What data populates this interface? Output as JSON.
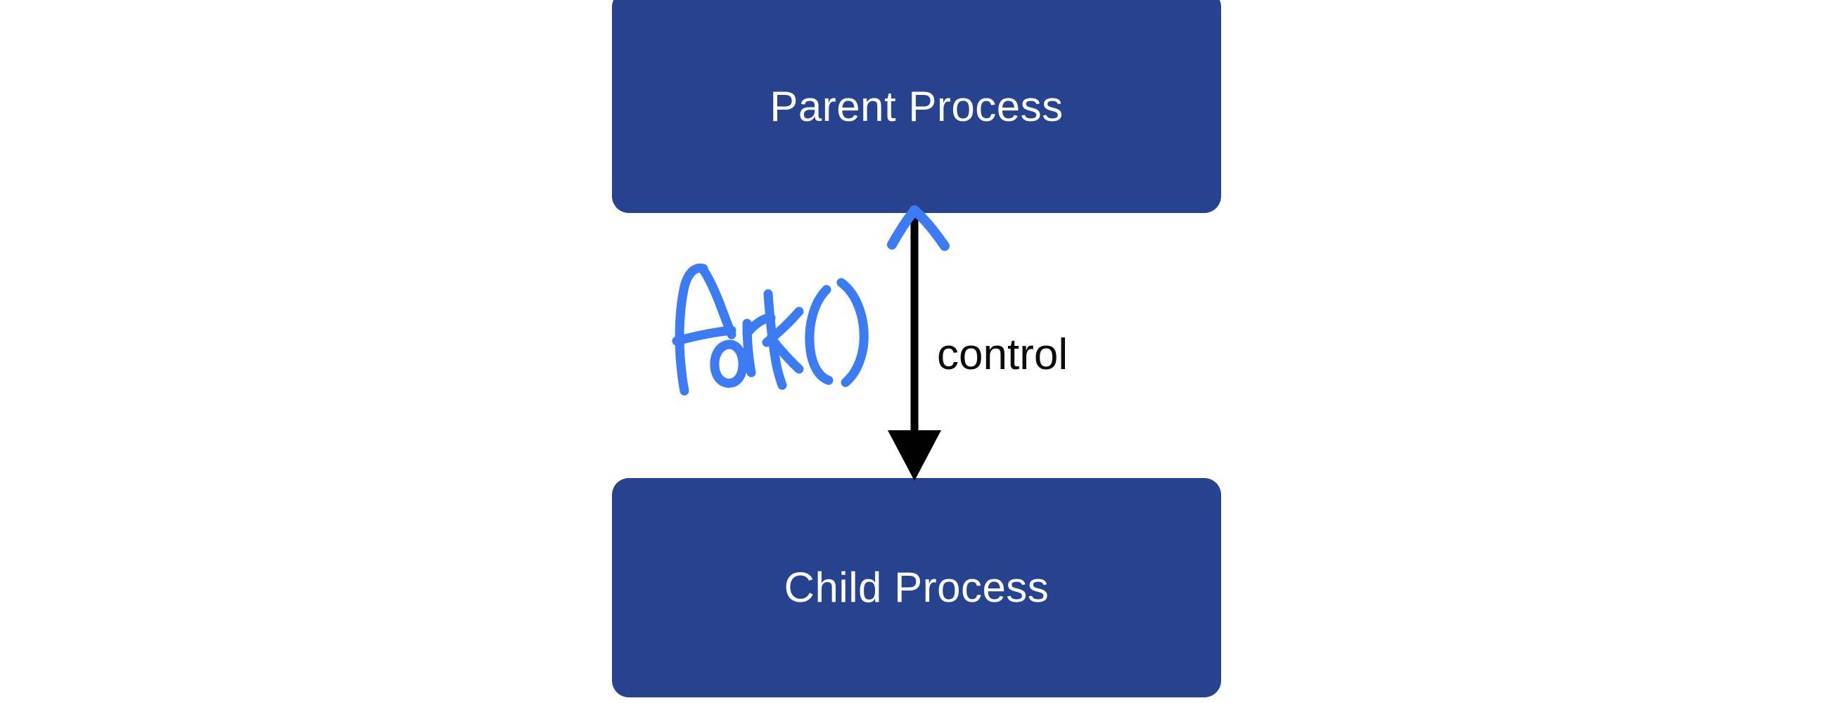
{
  "diagram": {
    "title": "Parent / Child process fork diagram",
    "background_color": "#ffffff",
    "nodes": [
      {
        "id": "parent",
        "label": "Parent Process",
        "shape": "rounded-rectangle",
        "fill_color": "#27428F",
        "text_color": "#ffffff"
      },
      {
        "id": "child",
        "label": "Child Process",
        "shape": "rounded-rectangle",
        "fill_color": "#27428F",
        "text_color": "#ffffff"
      }
    ],
    "edges": [
      {
        "id": "control-edge",
        "label": "control",
        "from": "parent",
        "to": "child",
        "direction": "down",
        "color": "#000000",
        "style": "solid"
      }
    ],
    "annotations": [
      {
        "id": "fork-annotation",
        "text": "fork()",
        "kind": "handwriting",
        "ink_color": "#3B7BF5"
      },
      {
        "id": "fork-caret-annotation",
        "text": "",
        "kind": "handwriting-arrowhead",
        "ink_color": "#3B7BF5",
        "points_to": "parent"
      }
    ]
  }
}
